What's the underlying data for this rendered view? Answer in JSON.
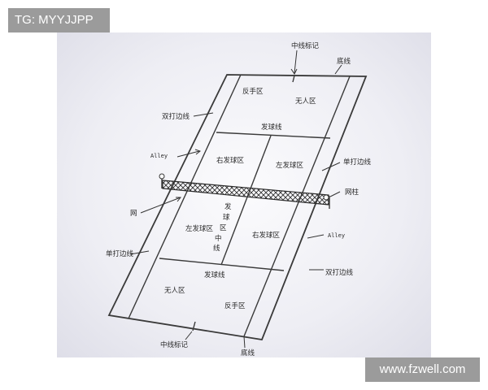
{
  "overlay": {
    "tag": "TG: MYYJJPP",
    "watermark": "www.fzwell.com"
  },
  "diagram": {
    "labels": {
      "center_mark_top": "中线标记",
      "baseline_top": "底线",
      "backcourt_left_top": "反手区",
      "no_mans_land_top": "无人区",
      "doubles_sideline_left": "双打边线",
      "service_line_top": "发球线",
      "alley_left": "Alley",
      "right_service_box": "右发球区",
      "left_service_box_top": "左发球区",
      "singles_sideline_right": "单打边线",
      "net_post": "网柱",
      "net": "网",
      "center_service_line_1": "发",
      "center_service_line_2": "球",
      "center_service_line_3": "区",
      "center_service_line_4": "中",
      "center_service_line_5": "线",
      "left_service_box_bottom": "左发球区",
      "right_service_box_bottom": "右发球区",
      "alley_right": "Alley",
      "singles_sideline_left": "单打边线",
      "doubles_sideline_right": "双打边线",
      "service_line_bottom": "发球线",
      "no_mans_land_bottom": "无人区",
      "backcourt_right_bottom": "反手区",
      "center_mark_bottom": "中线标记",
      "baseline_bottom": "底线"
    }
  }
}
